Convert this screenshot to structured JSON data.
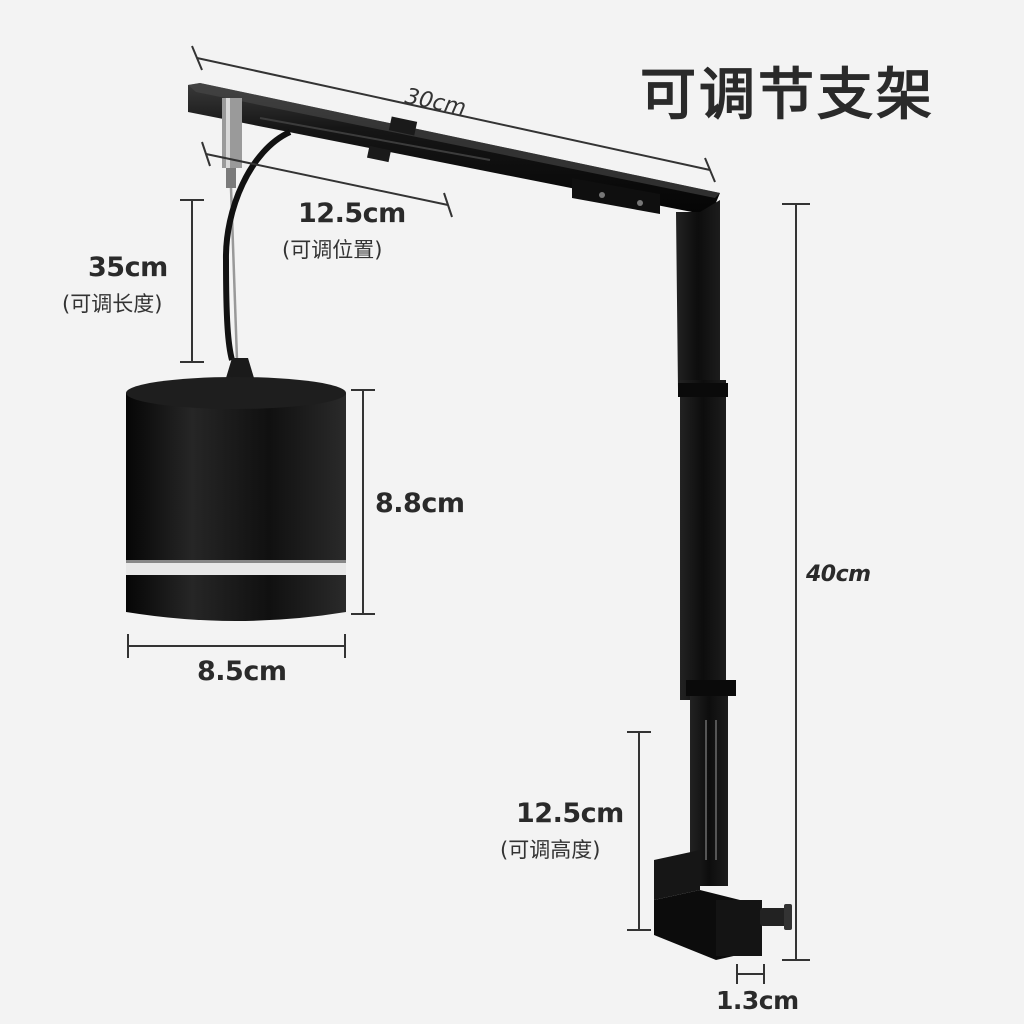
{
  "title": "可调节支架",
  "dimensions": {
    "arm_length": "30cm",
    "slide_range": "12.5cm",
    "slide_note": "(可调位置)",
    "cable_length": "35cm",
    "cable_note": "(可调长度)",
    "lamp_height": "8.8cm",
    "lamp_width": "8.5cm",
    "stand_height": "40cm",
    "height_range": "12.5cm",
    "height_note": "(可调高度)",
    "clamp_gap": "1.3cm"
  },
  "colors": {
    "background": "#f3f3f3",
    "metal": "#111111",
    "light_ring": "#f0f0f0",
    "dimension_line": "#333333"
  }
}
